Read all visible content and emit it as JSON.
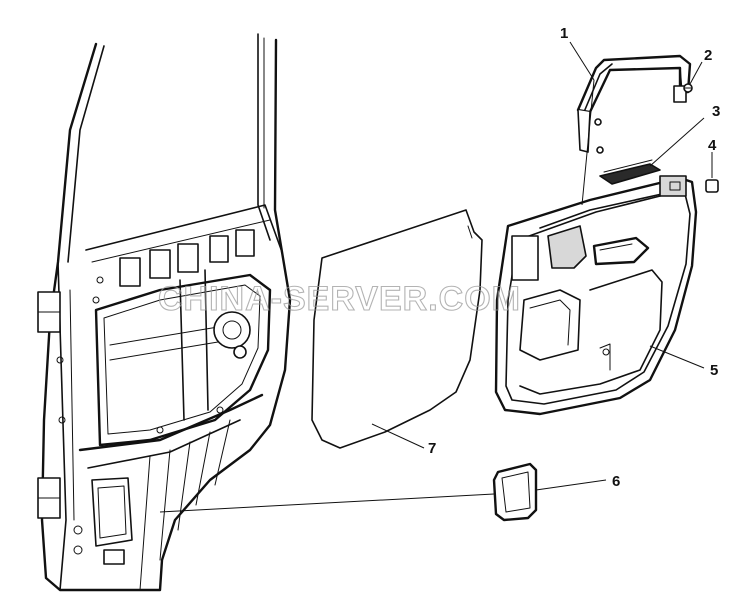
{
  "diagram": {
    "watermark": "CHINA-SERVER.COM",
    "callouts": [
      {
        "id": "1",
        "label": "1"
      },
      {
        "id": "2",
        "label": "2"
      },
      {
        "id": "3",
        "label": "3"
      },
      {
        "id": "4",
        "label": "4"
      },
      {
        "id": "5",
        "label": "5"
      },
      {
        "id": "6",
        "label": "6"
      },
      {
        "id": "7",
        "label": "7"
      }
    ],
    "colors": {
      "line": "#111111",
      "background": "#ffffff",
      "watermark": "#9a9a9a"
    }
  }
}
